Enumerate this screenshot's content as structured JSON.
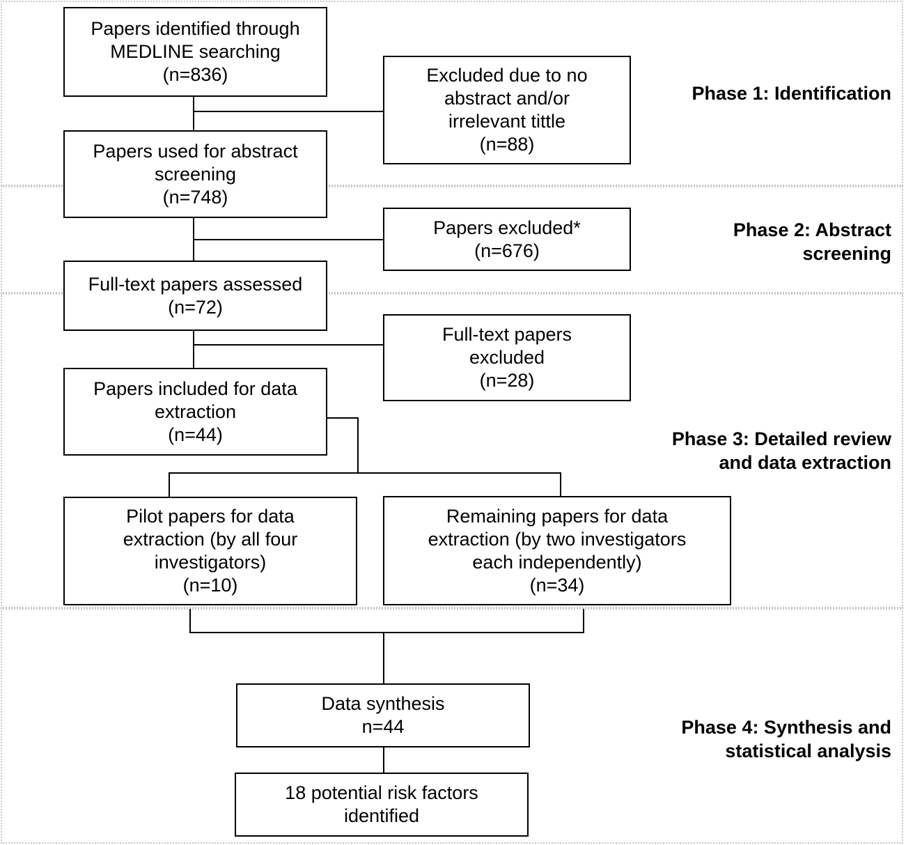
{
  "phases": [
    {
      "lines": [
        "Phase 1: Identification"
      ]
    },
    {
      "lines": [
        "Phase 2: Abstract",
        "screening"
      ]
    },
    {
      "lines": [
        "Phase 3: Detailed review",
        "and data extraction"
      ]
    },
    {
      "lines": [
        "Phase 4: Synthesis and",
        "statistical analysis"
      ]
    }
  ],
  "boxes": {
    "identified": [
      "Papers identified through",
      "MEDLINE searching",
      "(n=836)"
    ],
    "excluded_title": [
      "Excluded due to no",
      "abstract and/or",
      "irrelevant tittle",
      "(n=88)"
    ],
    "abstract_screening": [
      "Papers used for abstract",
      "screening",
      "(n=748)"
    ],
    "papers_excluded": [
      "Papers excluded*",
      "(n=676)"
    ],
    "fulltext_assessed": [
      "Full-text papers assessed",
      "(n=72)"
    ],
    "fulltext_excluded": [
      "Full-text papers",
      "excluded",
      "(n=28)"
    ],
    "included_extraction": [
      "Papers included for data",
      "extraction",
      "(n=44)"
    ],
    "pilot_papers": [
      "Pilot papers for data",
      "extraction (by all four",
      "investigators)",
      "(n=10)"
    ],
    "remaining_papers": [
      "Remaining papers for data",
      "extraction (by two investigators",
      "each independently)",
      "(n=34)"
    ],
    "data_synthesis": [
      "Data synthesis",
      "n=44"
    ],
    "risk_factors": [
      "18 potential risk factors",
      "identified"
    ]
  }
}
